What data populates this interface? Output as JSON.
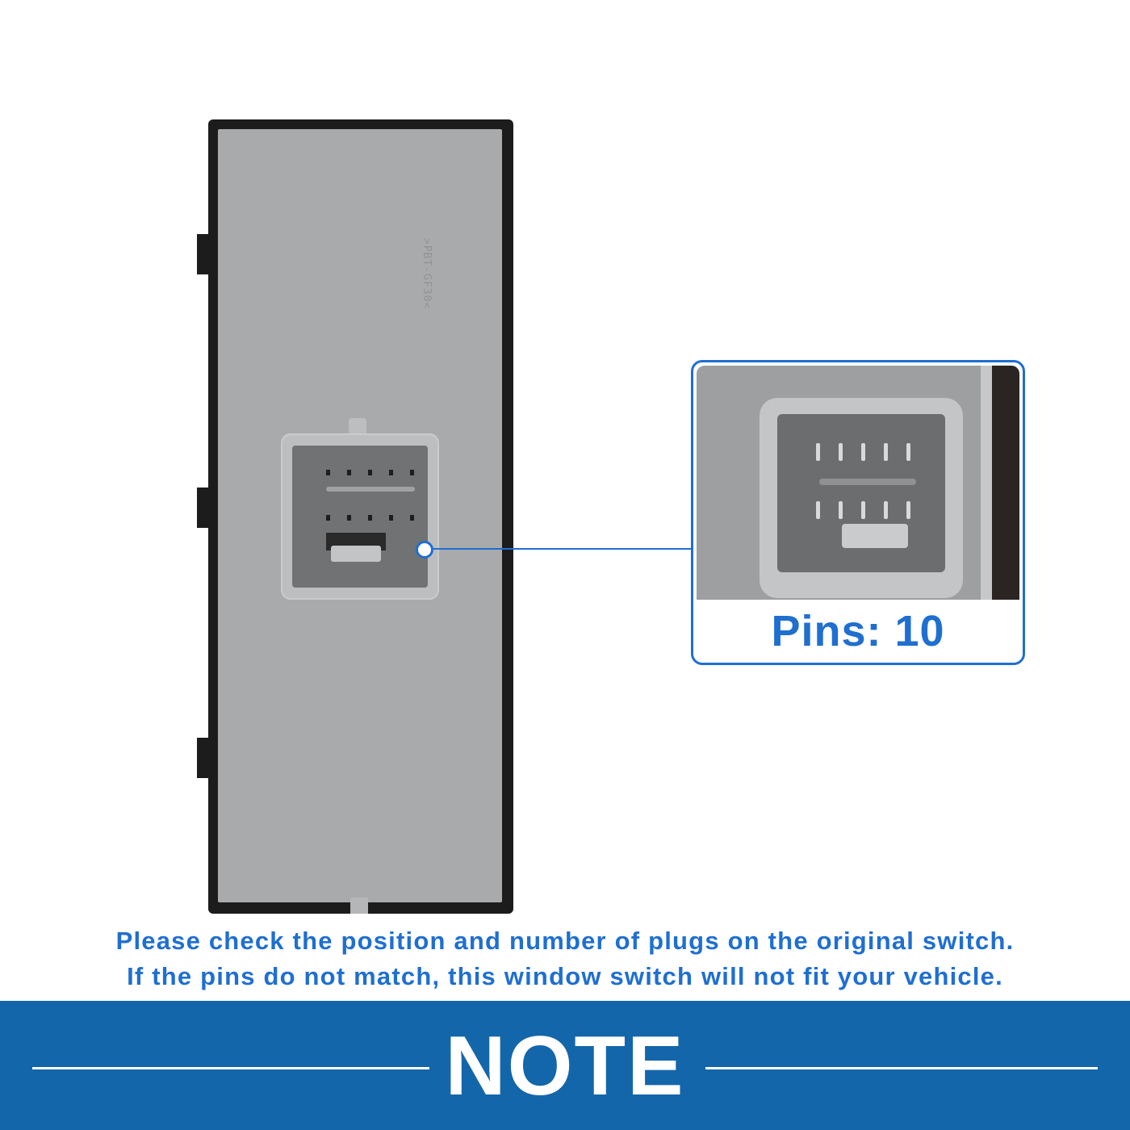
{
  "image": {
    "product": "window-switch",
    "molded_marking": ">PBT-GF30<"
  },
  "callout": {
    "label": "Pins: 10",
    "pin_count": 10
  },
  "note": {
    "line1": "Please check the position and number of plugs on the original switch.",
    "line2": "If the pins do not match, this window switch will not fit your vehicle."
  },
  "banner": {
    "title": "NOTE"
  },
  "colors": {
    "accent": "#1f6fd1",
    "banner": "#1466aa",
    "switch_face": "#a8aaab",
    "switch_frame": "#1c1c1c"
  }
}
